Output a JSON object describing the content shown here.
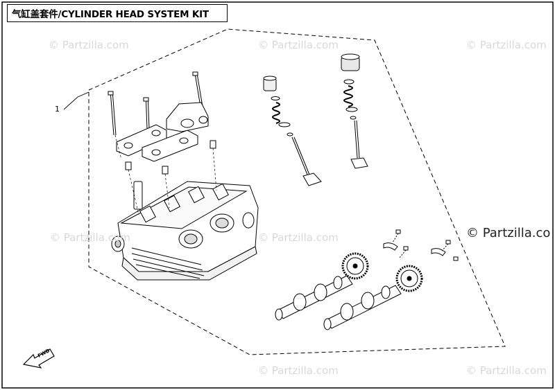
{
  "diagram": {
    "title": "气缸盖套件/CYLINDER HEAD SYSTEM KIT",
    "callout_number": "1",
    "forward_label": "FWD",
    "watermark_text": "© Partzilla.com",
    "watermark_strong": "© Partzilla.co",
    "icons": [
      "forward-arrow-icon"
    ]
  }
}
